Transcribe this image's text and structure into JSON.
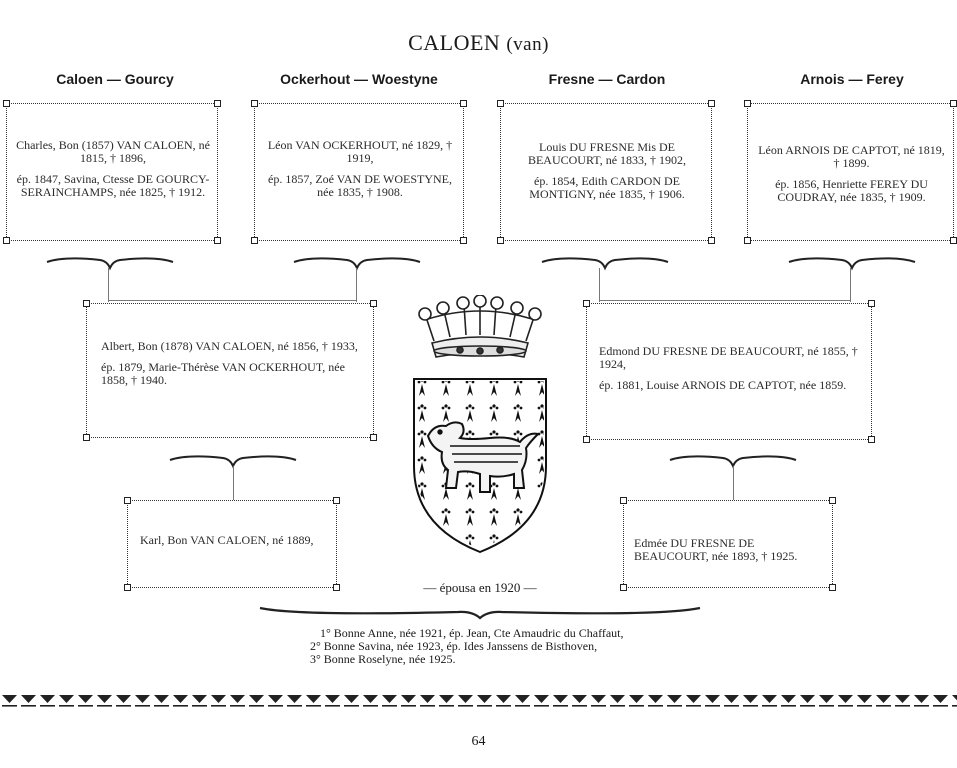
{
  "title": {
    "main": "CALOEN",
    "sub": "(van)"
  },
  "headers": [
    "Caloen — Gourcy",
    "Ockerhout — Woestyne",
    "Fresne — Cardon",
    "Arnois — Ferey"
  ],
  "grandparents": [
    {
      "line1": "Charles, Bon (1857) VAN CALOEN, né 1815, † 1896,",
      "line2": "ép. 1847, Savina, Ctesse DE GOURCY-SERAINCHAMPS, née 1825, † 1912."
    },
    {
      "line1": "Léon VAN OCKERHOUT, né 1829, † 1919,",
      "line2": "ép. 1857, Zoé VAN DE WOESTYNE, née 1835, † 1908."
    },
    {
      "line1": "Louis DU FRESNE Mis DE BEAUCOURT, né 1833, † 1902,",
      "line2": "ép. 1854, Edith CARDON DE MONTIGNY, née 1835, † 1906."
    },
    {
      "line1": "Léon ARNOIS DE CAPTOT, né 1819, † 1899.",
      "line2": "ép. 1856, Henriette FEREY DU COUDRAY, née 1835, † 1909."
    }
  ],
  "parents": [
    {
      "line1": "Albert, Bon (1878) VAN CALOEN, né 1856, † 1933,",
      "line2": "ép. 1879, Marie-Thérèse VAN OCKERHOUT, née 1858, † 1940."
    },
    {
      "line1": "Edmond DU FRESNE DE BEAUCOURT, né 1855, † 1924,",
      "line2": "ép. 1881, Louise ARNOIS DE CAPTOT, née 1859."
    }
  ],
  "couple": [
    {
      "line1": "Karl, Bon VAN CALOEN, né 1889,"
    },
    {
      "line1": "Edmée DU FRESNE DE BEAUCOURT, née 1893, † 1925."
    }
  ],
  "married_label": "— épousa en 1920 —",
  "children": [
    "1° Bonne Anne, née 1921, ép. Jean, Cte Amaudric du Chaffaut,",
    "2° Bonne Savina, née 1923, ép. Ides Janssens de Bisthoven,",
    "3° Bonne Roselyne, née 1925."
  ],
  "page_number": "64",
  "colors": {
    "ink": "#1a1a1a",
    "border": "#333333"
  },
  "icons": [
    "coronet-icon",
    "coat-of-arms-icon"
  ]
}
